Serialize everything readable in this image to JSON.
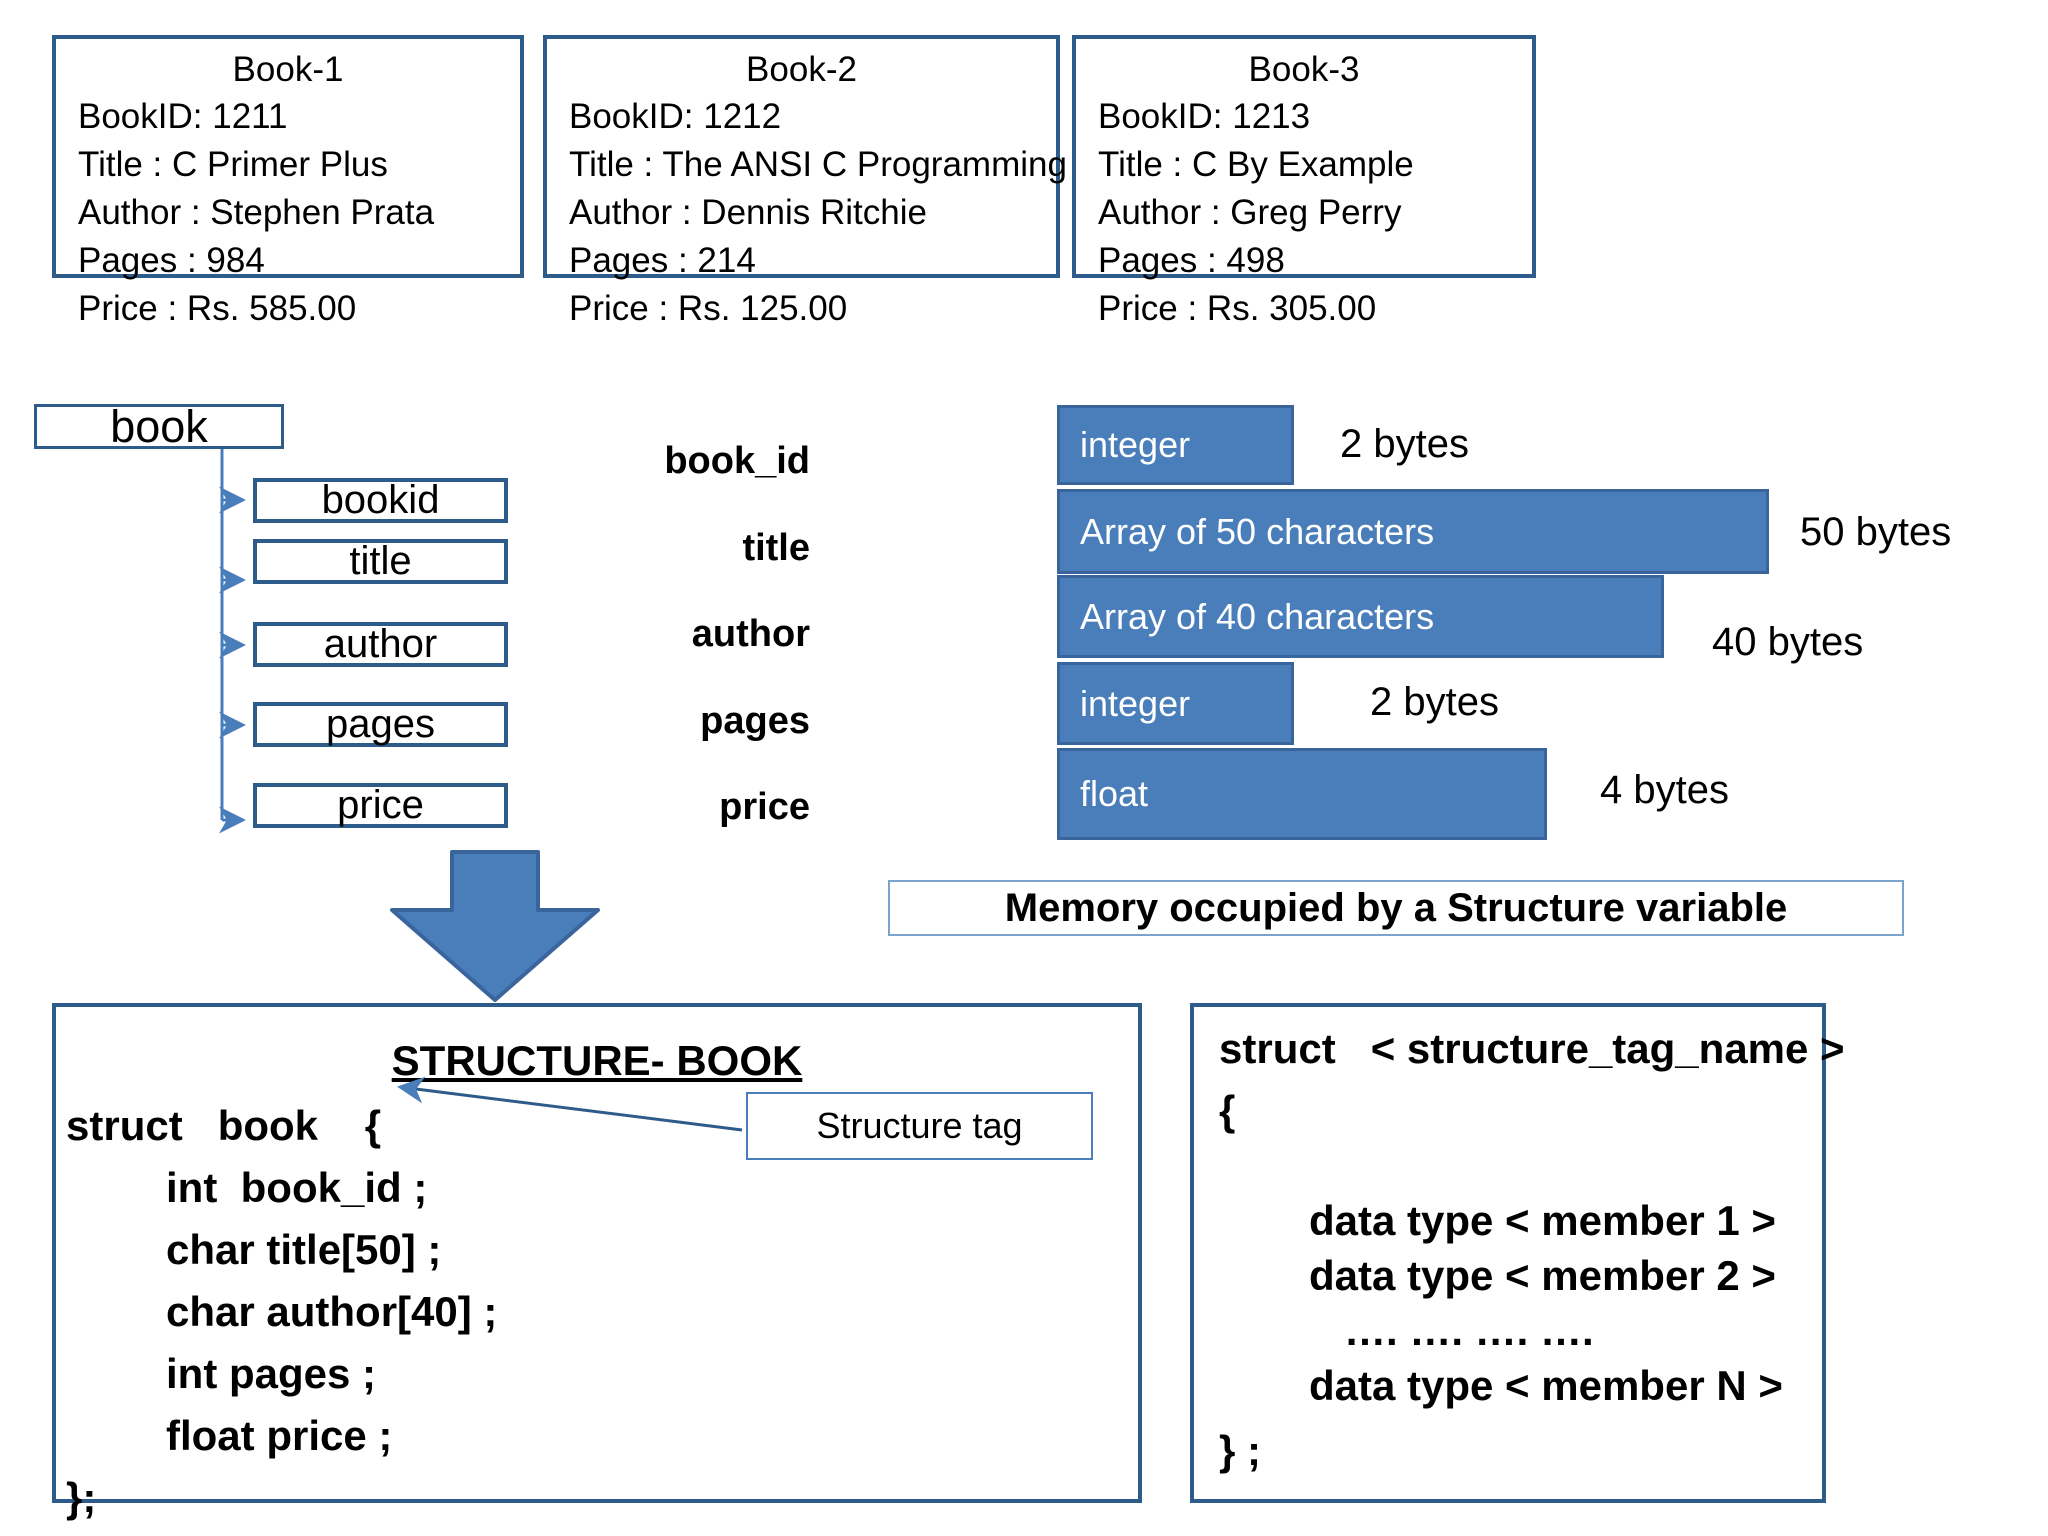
{
  "books": [
    {
      "title": "Book-1",
      "lines": [
        "BookID: 1211",
        "Title : C Primer Plus",
        "Author : Stephen Prata",
        "Pages : 984",
        "Price : Rs. 585.00"
      ]
    },
    {
      "title": "Book-2",
      "lines": [
        "BookID: 1212",
        "Title : The ANSI C Programming",
        "Author : Dennis Ritchie",
        "Pages : 214",
        "Price : Rs. 125.00"
      ]
    },
    {
      "title": "Book-3",
      "lines": [
        "BookID: 1213",
        "Title : C By Example",
        "Author : Greg Perry",
        "Pages : 498",
        "Price : Rs. 305.00"
      ]
    }
  ],
  "tree": {
    "root": "book",
    "children": [
      "bookid",
      "title",
      "author",
      "pages",
      "price"
    ]
  },
  "memory": {
    "caption": "Memory occupied by a Structure variable",
    "rows": [
      {
        "member": "book_id",
        "type": "integer",
        "size": "2 bytes"
      },
      {
        "member": "title",
        "type": "Array of 50 characters",
        "size": "50 bytes"
      },
      {
        "member": "author",
        "type": "Array of 40 characters",
        "size": "40 bytes"
      },
      {
        "member": "pages",
        "type": "integer",
        "size": "2 bytes"
      },
      {
        "member": "price",
        "type": "float",
        "size": "4 bytes"
      }
    ]
  },
  "structure_panel": {
    "heading": "STRUCTURE- BOOK",
    "lines": [
      "struct   book    {",
      "int  book_id ;",
      "char title[50] ;",
      "char author[40] ;",
      "int pages ;",
      "float price ;",
      "};"
    ],
    "callout": "Structure tag"
  },
  "syntax_panel": {
    "lines": [
      "struct   < structure_tag_name >",
      "{",
      "data type < member 1 >",
      "data type < member 2 >",
      "…. …. …. ….",
      "data type < member N >",
      "} ;"
    ]
  },
  "colors": {
    "border_dark": "#2e5c8a",
    "bar_fill": "#4a7ebb",
    "bar_border": "#3a659c",
    "arrow": "#4a7ebb"
  }
}
